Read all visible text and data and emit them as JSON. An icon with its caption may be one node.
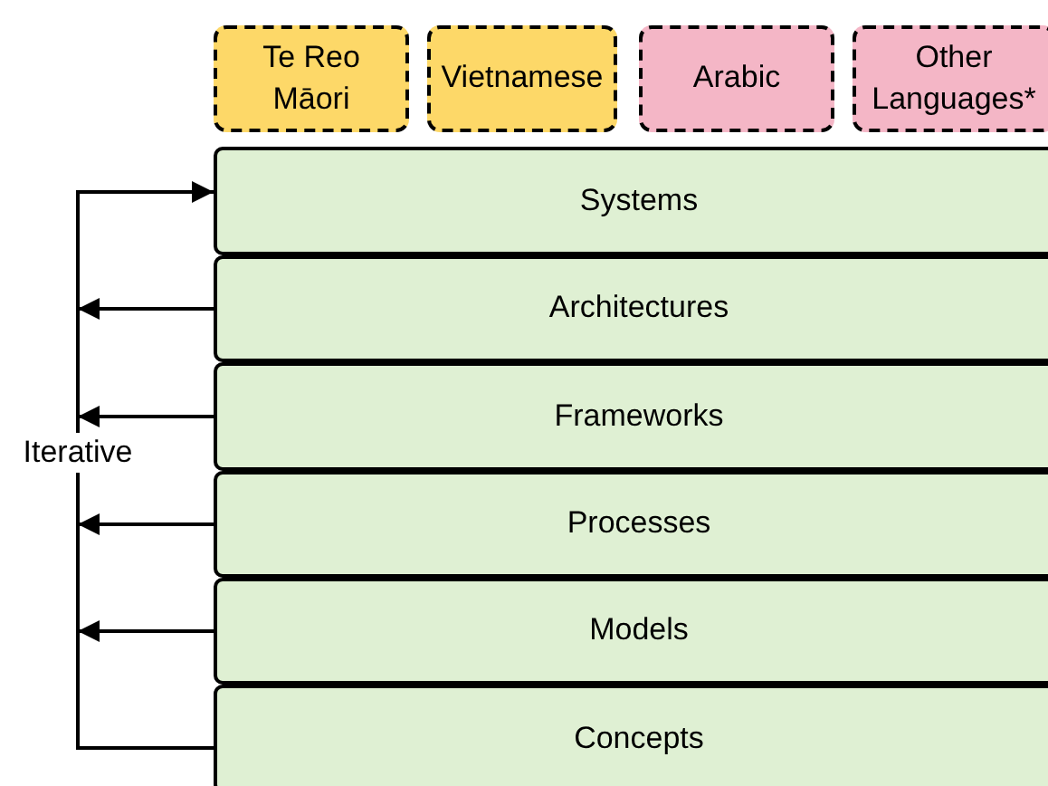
{
  "diagram": {
    "nodes": [
      {
        "text": [
          "Te Reo Māori"
        ]
      },
      {
        "text": [
          "Vietnamese"
        ]
      },
      {
        "text": [
          "Arabic"
        ]
      },
      {
        "text": [
          "Other Languages*"
        ]
      },
      {
        "text": [
          "Systems"
        ]
      },
      {
        "text": [
          "Architectures"
        ]
      },
      {
        "text": [
          "Frameworks"
        ]
      },
      {
        "text": [
          "Processes"
        ]
      },
      {
        "text": [
          "Models"
        ]
      },
      {
        "text": [
          "Concepts"
        ]
      }
    ],
    "edges": [
      {
        "from": 9,
        "to": 4,
        "arrow": "to",
        "label": "Iterative"
      },
      {
        "from": 5,
        "to": null,
        "arrow": "to"
      },
      {
        "from": 6,
        "to": null,
        "arrow": "to"
      },
      {
        "from": 7,
        "to": null,
        "arrow": "to"
      },
      {
        "from": 8,
        "to": null,
        "arrow": "to"
      }
    ]
  }
}
